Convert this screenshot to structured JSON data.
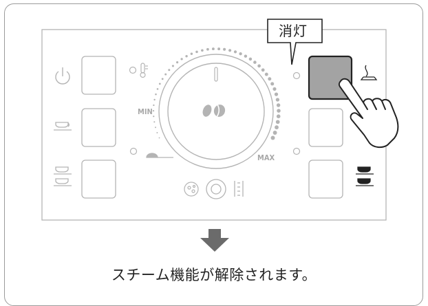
{
  "callout": {
    "label": "消灯"
  },
  "dial": {
    "min_label": "MIN",
    "max_label": "MAX"
  },
  "caption": "スチーム機能が解除されます。",
  "colors": {
    "panel_line": "#b4b4b4",
    "active_button": "#a3a3a3",
    "outline": "#222222",
    "arrow": "#6b6b6b"
  },
  "icons": {
    "left_top": "power-icon",
    "left_middle": "single-cup-icon",
    "left_bottom": "double-cup-icon",
    "right_top": "steam-icon",
    "right_bottom": "double-cup-icon",
    "dial_center": "coffee-beans-icon",
    "dial_temp": "thermometer-icon",
    "dial_spoon": "scoop-icon",
    "dial_bottom_left": "decalcify-icon",
    "dial_bottom_right": "grind-icon"
  }
}
